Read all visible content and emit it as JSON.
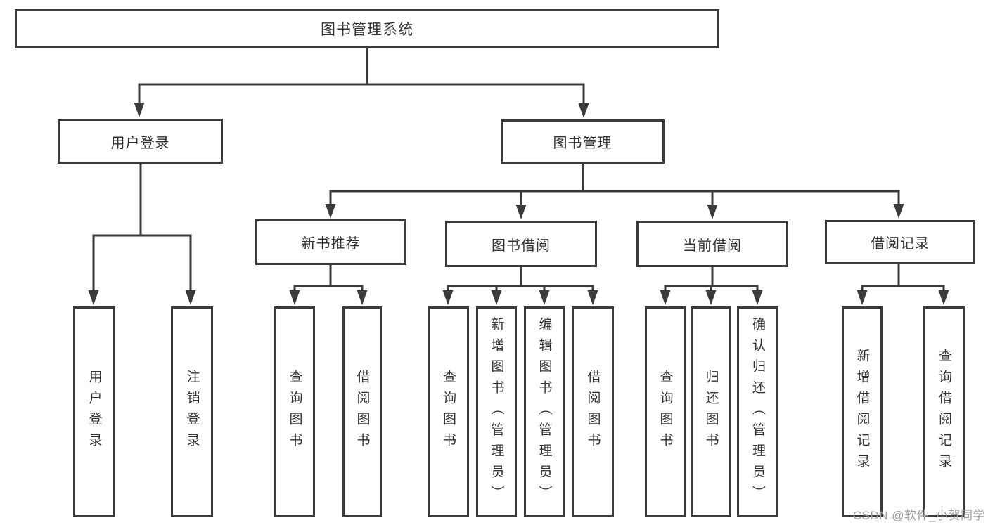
{
  "title": "图书管理系统",
  "tree": {
    "label": "图书管理系统",
    "children": [
      {
        "label": "用户登录",
        "children": [
          {
            "label": "用户登录"
          },
          {
            "label": "注销登录"
          }
        ]
      },
      {
        "label": "图书管理",
        "children": [
          {
            "label": "新书推荐",
            "children": [
              {
                "label": "查询图书"
              },
              {
                "label": "借阅图书"
              }
            ]
          },
          {
            "label": "图书借阅",
            "children": [
              {
                "label": "查询图书"
              },
              {
                "label": "新增图书（管理员）"
              },
              {
                "label": "编辑图书（管理员）"
              },
              {
                "label": "借阅图书"
              }
            ]
          },
          {
            "label": "当前借阅",
            "children": [
              {
                "label": "查询图书"
              },
              {
                "label": "归还图书"
              },
              {
                "label": "确认归还（管理员）"
              }
            ]
          },
          {
            "label": "借阅记录",
            "children": [
              {
                "label": "新增借阅记录"
              },
              {
                "label": "查询借阅记录"
              }
            ]
          }
        ]
      }
    ]
  },
  "watermark": "CSDN @软件_小贺同学",
  "colors": {
    "line": "#3b3b3b",
    "text": "#333333",
    "box_background": "#ffffff",
    "watermark": "#9e9e9e"
  }
}
